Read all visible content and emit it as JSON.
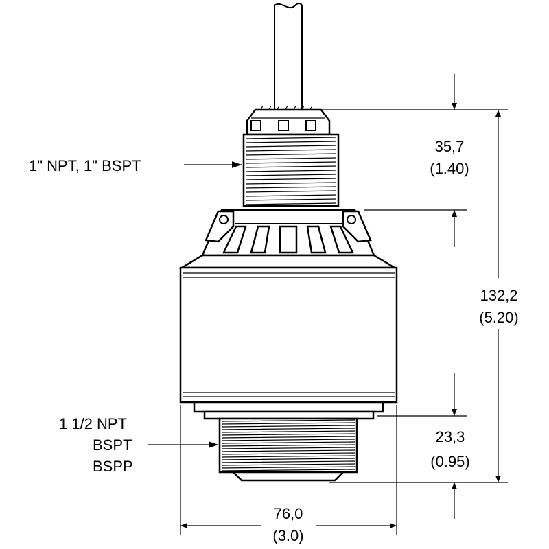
{
  "callouts": {
    "top_thread": "1\" NPT, 1\" BSPT",
    "bottom_thread_line1": "1 1/2 NPT",
    "bottom_thread_line2": "BSPT",
    "bottom_thread_line3": "BSPP"
  },
  "dimensions": {
    "top_height_mm": "35,7",
    "top_height_in": "(1.40)",
    "overall_height_mm": "132,2",
    "overall_height_in": "(5.20)",
    "bottom_height_mm": "23,3",
    "bottom_height_in": "(0.95)",
    "width_mm": "76,0",
    "width_in": "(3.0)"
  }
}
